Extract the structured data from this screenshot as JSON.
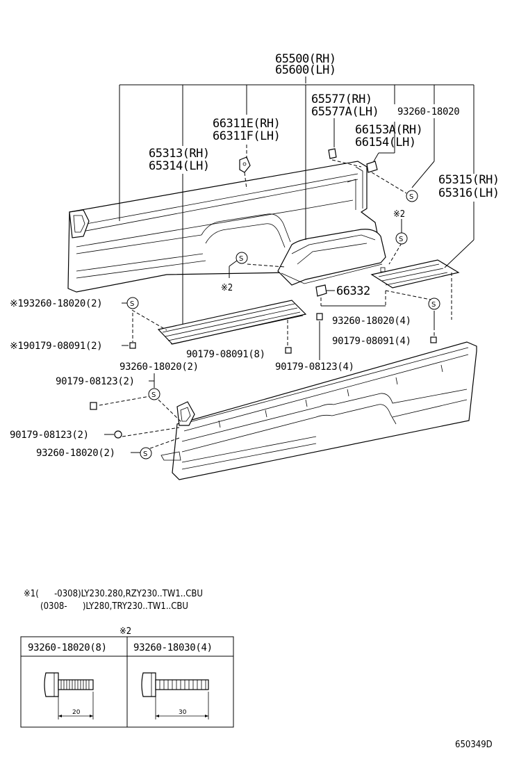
{
  "labels": {
    "part_65500": "65500(RH)",
    "part_65600": "65600(LH)",
    "part_65577": "65577(RH)",
    "part_65577a": "65577A(LH)",
    "part_93260_top": "93260-18020",
    "part_66311e": "66311E(RH)",
    "part_66311f": "66311F(LH)",
    "part_66153a": "66153A(RH)",
    "part_66154": "66154(LH)",
    "part_65313": "65313(RH)",
    "part_65314": "65314(LH)",
    "part_65315": "65315(RH)",
    "part_65316": "65316(LH)",
    "part_66332": "66332",
    "left_93260_note1": "※193260-18020(2)",
    "left_90179_note1": "※190179-08091(2)",
    "bed_90179_08091_8": "90179-08091(8)",
    "bed_90179_08123_4": "90179-08123(4)",
    "right_93260_4": "93260-18020(4)",
    "right_90179_4": "90179-08091(4)",
    "mid_93260_2": "93260-18020(2)",
    "mid_90179_08123_2a": "90179-08123(2)",
    "low_90179_08123_2b": "90179-08123(2)",
    "low_93260_2": "93260-18020(2)",
    "mark_2_a": "※2",
    "mark_2_b": "※2",
    "s_symbol": "S"
  },
  "footnote": {
    "line1": "※1(      -0308)LY230.280,RZY230..TW1..CBU",
    "line2": "(0308-      )LY280,TRY230..TW1..CBU"
  },
  "bolt_table": {
    "title": "※2",
    "columns": [
      {
        "header": "93260-18020(8)",
        "dimension": "20"
      },
      {
        "header": "93260-18030(4)",
        "dimension": "30"
      }
    ]
  },
  "diagram_id": "650349D"
}
